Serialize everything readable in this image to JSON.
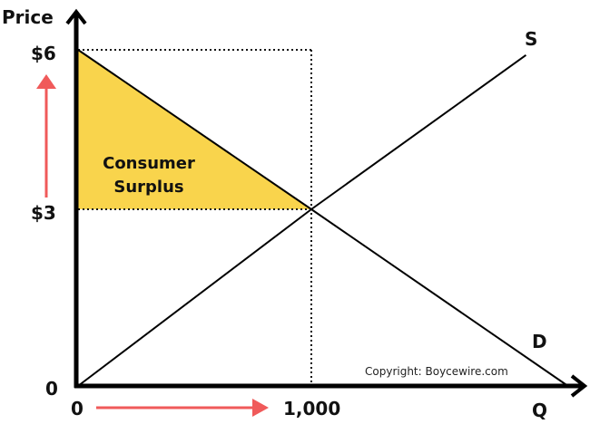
{
  "chart_data": {
    "type": "line",
    "title": "",
    "xlabel": "Q",
    "ylabel": "Price",
    "x_ticks": [
      "0",
      "1,000"
    ],
    "y_ticks": [
      "0",
      "$3",
      "$6"
    ],
    "series": [
      {
        "name": "D",
        "points": [
          [
            0,
            6
          ],
          [
            1000,
            3
          ],
          [
            2100,
            0
          ]
        ]
      },
      {
        "name": "S",
        "points": [
          [
            0,
            0
          ],
          [
            1000,
            3
          ],
          [
            1920,
            5.9
          ]
        ]
      }
    ],
    "equilibrium": {
      "q": 1000,
      "p": 3
    },
    "shaded_region": {
      "label_line1": "Consumer",
      "label_line2": "Surplus",
      "color": "#F9D44C",
      "points": [
        [
          0,
          6
        ],
        [
          1000,
          3
        ],
        [
          0,
          3
        ]
      ]
    },
    "annotations": {
      "copyright": "Copyright: Boycewire.com"
    },
    "arrow_color": "#F05A5A"
  }
}
